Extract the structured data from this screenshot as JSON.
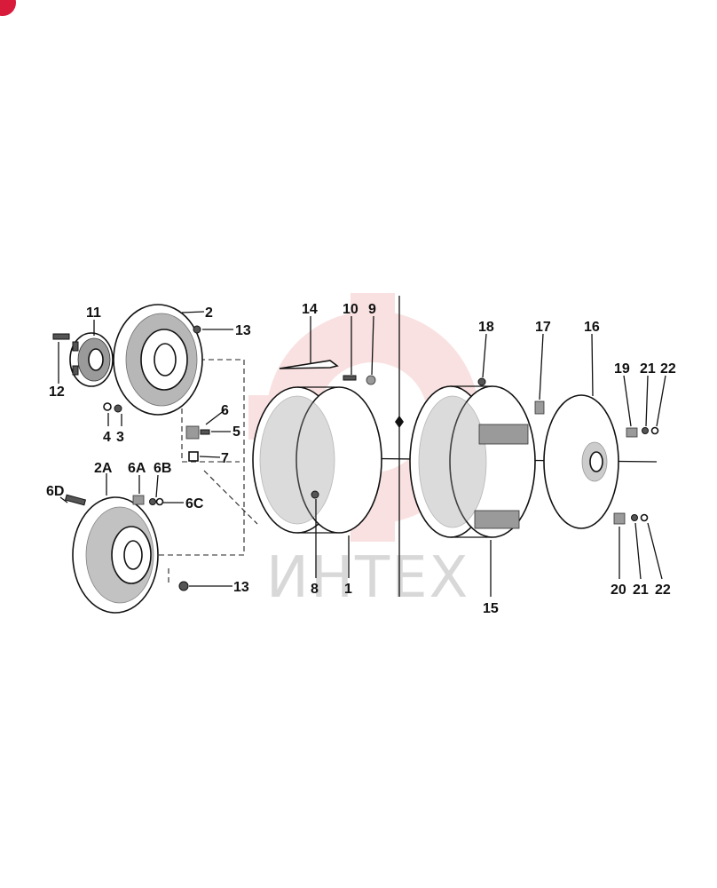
{
  "watermark": {
    "text": "ИНТЕХ",
    "gear_color": "#f6c9c9",
    "text_color": "#d8d8d8"
  },
  "accent_color": "#d81b3b",
  "callouts": {
    "c1": "1",
    "c2": "2",
    "c2a": "2A",
    "c3": "3",
    "c4": "4",
    "c5": "5",
    "c6": "6",
    "c6a": "6A",
    "c6b": "6B",
    "c6c": "6C",
    "c6d": "6D",
    "c7": "7",
    "c8": "8",
    "c9": "9",
    "c10": "10",
    "c11": "11",
    "c12": "12",
    "c13a": "13",
    "c13b": "13",
    "c14": "14",
    "c15": "15",
    "c16": "16",
    "c17": "17",
    "c18": "18",
    "c19": "19",
    "c20": "20",
    "c21a": "21",
    "c21b": "21",
    "c22a": "22",
    "c22b": "22"
  }
}
